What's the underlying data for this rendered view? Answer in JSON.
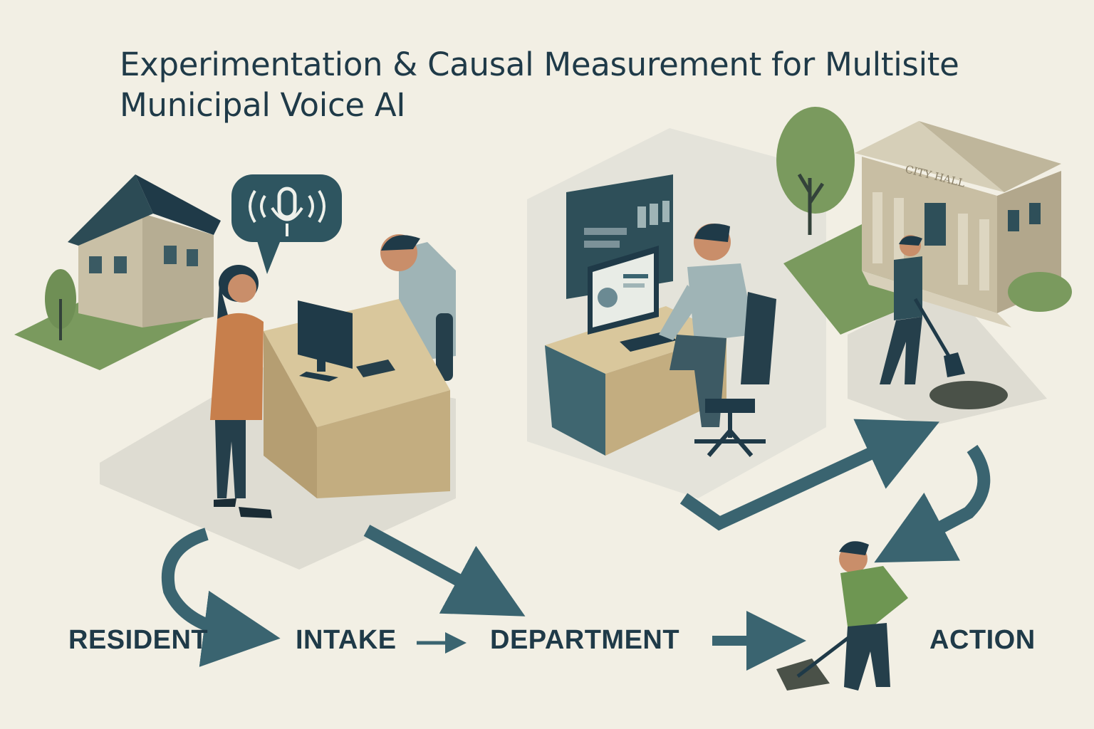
{
  "title": {
    "line1": "Experimentation & Causal Measurement for Multisite",
    "line2": "Municipal Voice AI"
  },
  "building_sign": "CITY HALL",
  "flow": {
    "steps": [
      "RESIDENT",
      "INTAKE",
      "DEPARTMENT",
      "ACTION"
    ]
  },
  "colors": {
    "background": "#f2efe4",
    "ink": "#1f3a48",
    "arrow": "#3a6470",
    "grass": "#7a9a5e",
    "desk": "#d9c79c",
    "shadow": "#dedcd2"
  },
  "icons": [
    "house-icon",
    "speech-bubble-microphone-icon",
    "computer-monitor-icon",
    "dashboard-screen-icon",
    "city-hall-building-icon",
    "tree-icon",
    "shovel-icon"
  ]
}
